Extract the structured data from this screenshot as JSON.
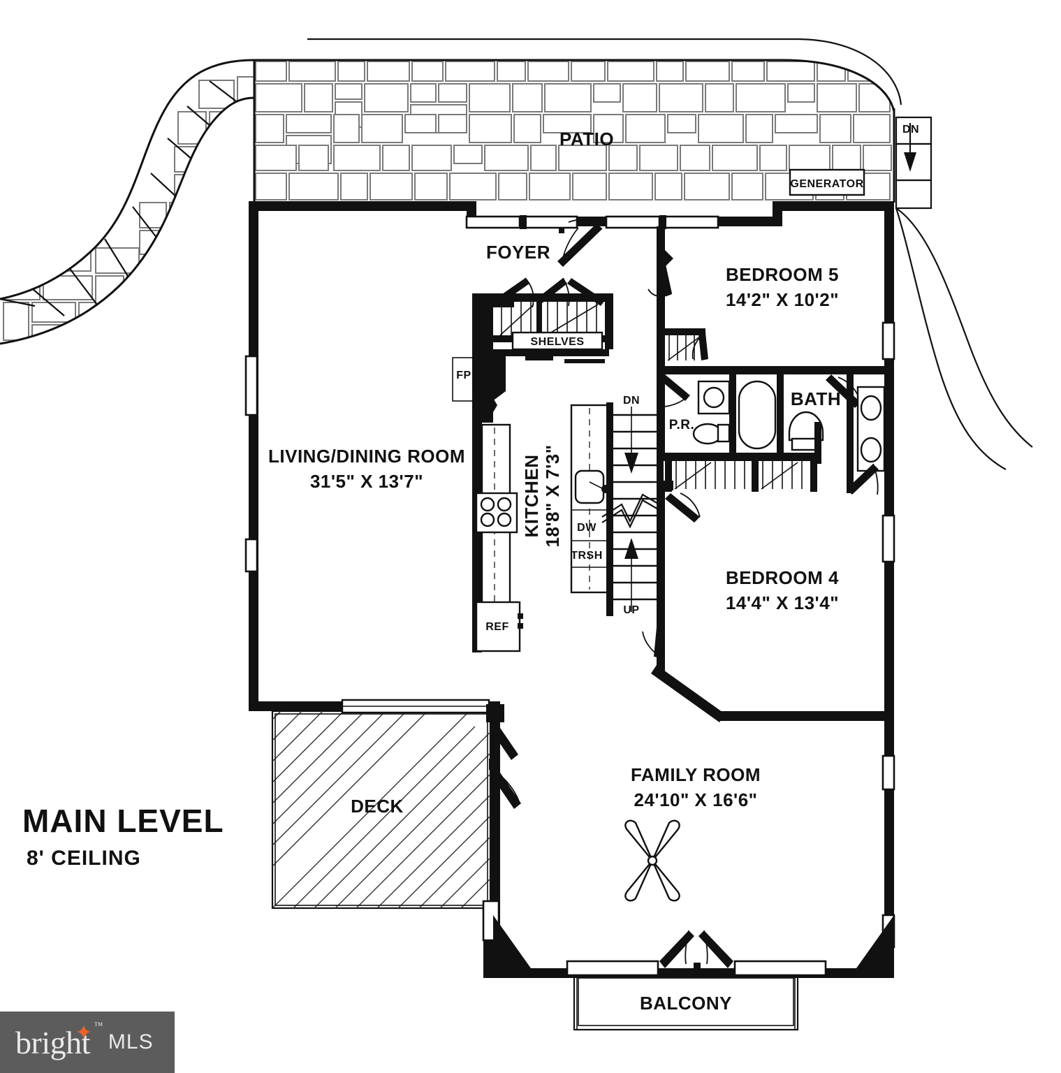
{
  "sheet": {
    "title": "MAIN LEVEL",
    "subtitle": "8' CEILING"
  },
  "watermark": {
    "brand": "bright",
    "suffix": "MLS",
    "trademark": "™",
    "star_color": "#e8622a",
    "bg_color": "#5c5c5c"
  },
  "rooms": [
    {
      "name": "PATIO",
      "label": "PATIO",
      "dimensions": ""
    },
    {
      "name": "FOYER",
      "label": "FOYER",
      "dimensions": ""
    },
    {
      "name": "BEDROOM 5",
      "label": "BEDROOM 5",
      "dimensions": "14'2\" X 10'2\""
    },
    {
      "name": "BEDROOM 4",
      "label": "BEDROOM 4",
      "dimensions": "14'4\" X 13'4\""
    },
    {
      "name": "LIVING/DINING ROOM",
      "label": "LIVING/DINING ROOM",
      "dimensions": "31'5\" X 13'7\""
    },
    {
      "name": "KITCHEN",
      "label": "KITCHEN",
      "dimensions": "18'8\" X 7'3\""
    },
    {
      "name": "FAMILY ROOM",
      "label": "FAMILY ROOM",
      "dimensions": "24'10\" X 16'6\""
    },
    {
      "name": "DECK",
      "label": "DECK",
      "dimensions": ""
    },
    {
      "name": "BALCONY",
      "label": "BALCONY",
      "dimensions": ""
    },
    {
      "name": "BATH",
      "label": "BATH",
      "dimensions": ""
    },
    {
      "name": "P.R.",
      "label": "P.R.",
      "dimensions": ""
    }
  ],
  "annotations": {
    "generator": "GENERATOR",
    "shelves": "SHELVES",
    "fireplace": "FP",
    "refrigerator": "REF",
    "dishwasher": "DW",
    "trash": "TRSH",
    "stair_down": "DN",
    "stair_up": "UP",
    "exterior_stair_down": "DN"
  },
  "colors": {
    "wall": "#111111",
    "paver_line": "#7a7a7a",
    "background": "#ffffff"
  }
}
